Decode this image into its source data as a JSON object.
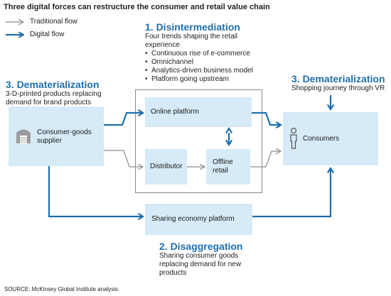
{
  "title": "Three digital forces can restructure the consumer and retail value chain",
  "legend": {
    "traditional": "Traditional flow",
    "digital": "Digital flow"
  },
  "colors": {
    "digital_flow": "#1f6fae",
    "traditional_flow": "#8c8c8c",
    "box_fill": "#d6ebf7",
    "heading": "#1f6fae"
  },
  "disintermediation": {
    "heading": "1. Disintermediation",
    "intro": "Four trends shaping the retail experience",
    "bullets": [
      "Continuous rise of e-commerce",
      "Omnichannel",
      "Analytics-driven business model",
      "Platform going upstream"
    ]
  },
  "dematerialization_left": {
    "heading": "3. Dematerialization",
    "text": "3-D-printed products replacing demand for brand products"
  },
  "dematerialization_right": {
    "heading": "3. Dematerialization",
    "text": "Shopping journey through VR"
  },
  "disaggregation": {
    "heading": "2. Disaggregation",
    "text": "Sharing consumer goods replacing demand for new products"
  },
  "boxes": {
    "supplier": "Consumer-goods supplier",
    "online": "Online platform",
    "distributor": "Distributor",
    "offline": "Offline retail",
    "sharing": "Sharing economy platform",
    "consumers": "Consumers"
  },
  "icons": {
    "supplier": "warehouse-icon",
    "consumers": "person-icon"
  },
  "source": "SOURCE: McKinsey Global Institute analysis"
}
